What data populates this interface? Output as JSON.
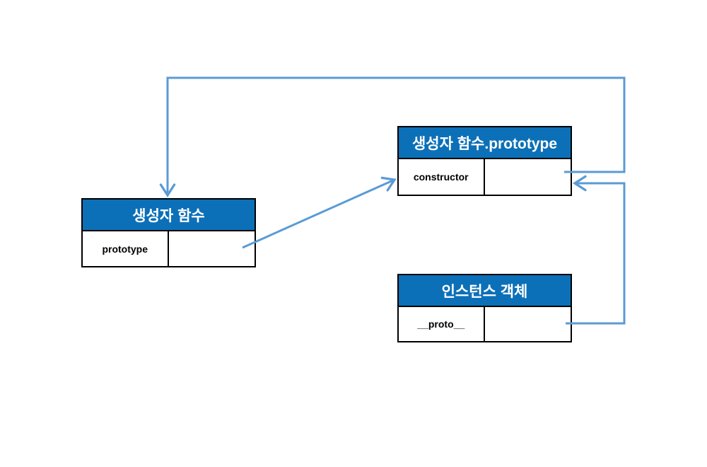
{
  "diagram": {
    "colors": {
      "header_bg": "#0C70B8",
      "header_text": "#FFFFFF",
      "border": "#000000",
      "cell_bg": "#FFFFFF",
      "cell_text": "#000000",
      "arrow": "#5B9BD5",
      "page_bg": "#FFFFFF"
    },
    "boxes": {
      "constructor_function": {
        "title": "생성자 함수",
        "rows": [
          {
            "key": "prototype",
            "value": ""
          }
        ]
      },
      "prototype_object": {
        "title": "생성자 함수.prototype",
        "rows": [
          {
            "key": "constructor",
            "value": ""
          }
        ]
      },
      "instance_object": {
        "title": "인스턴스 객체",
        "rows": [
          {
            "key": "__proto__",
            "value": ""
          }
        ]
      }
    },
    "arrows": [
      {
        "name": "constructor-to-function",
        "from": "생성자 함수.prototype / constructor",
        "to": "생성자 함수"
      },
      {
        "name": "prototype-to-prototype-object",
        "from": "생성자 함수 / prototype",
        "to": "생성자 함수.prototype"
      },
      {
        "name": "proto-to-prototype-object",
        "from": "인스턴스 객체 / __proto__",
        "to": "생성자 함수.prototype"
      }
    ]
  }
}
